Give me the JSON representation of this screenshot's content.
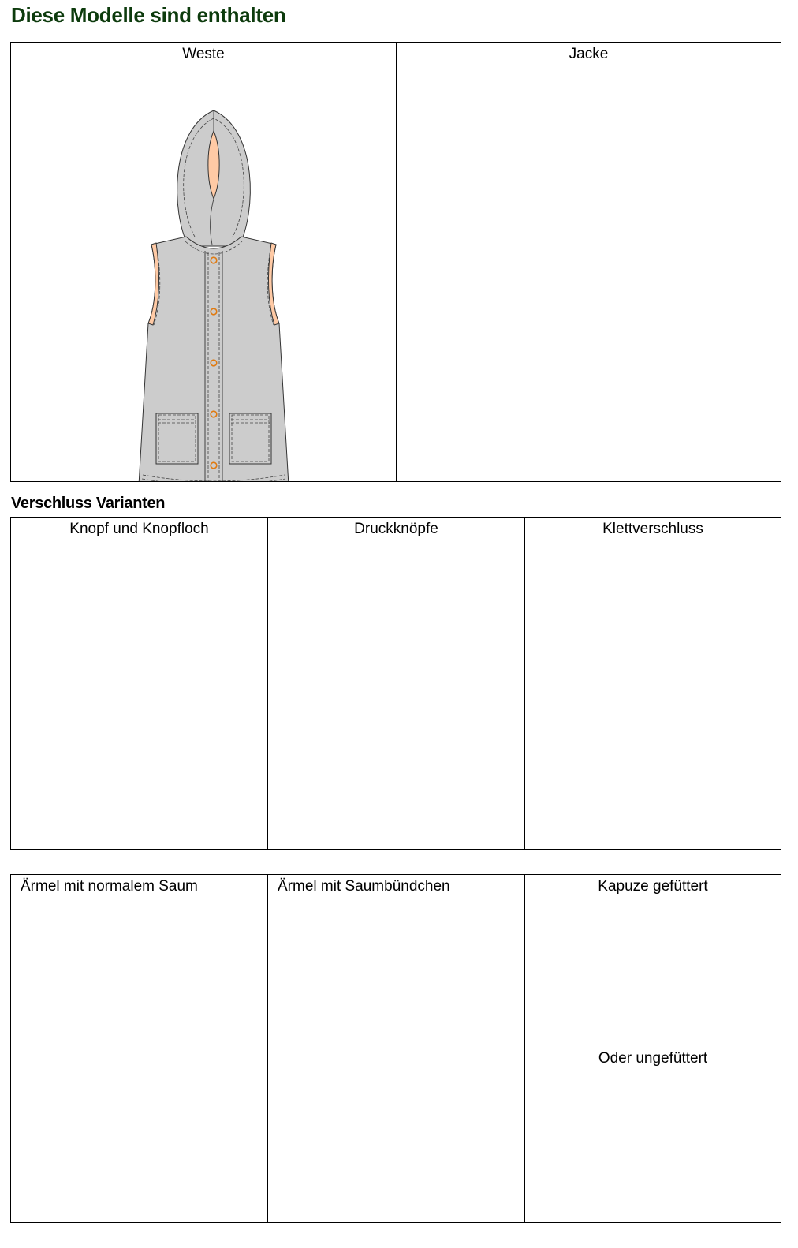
{
  "title": "Diese Modelle sind enthalten",
  "models": [
    {
      "label": "Weste"
    },
    {
      "label": "Jacke"
    }
  ],
  "closures_title": "Verschluss Varianten",
  "closures": [
    {
      "label": "Knopf und Knopfloch"
    },
    {
      "label": "Druckknöpfe"
    },
    {
      "label": "Klettverschluss"
    }
  ],
  "details": [
    {
      "label": "Ärmel mit normalem Saum"
    },
    {
      "label": "Ärmel mit Saumbündchen"
    },
    {
      "label": "Kapuze gefüttert"
    },
    {
      "label": "Oder ungefüttert"
    }
  ],
  "colors": {
    "fabric": "#cccccc",
    "lining": "#ffcaa5",
    "button": "#e07a10",
    "title": "#0d3b0d",
    "unlined_hood": "#999999"
  }
}
